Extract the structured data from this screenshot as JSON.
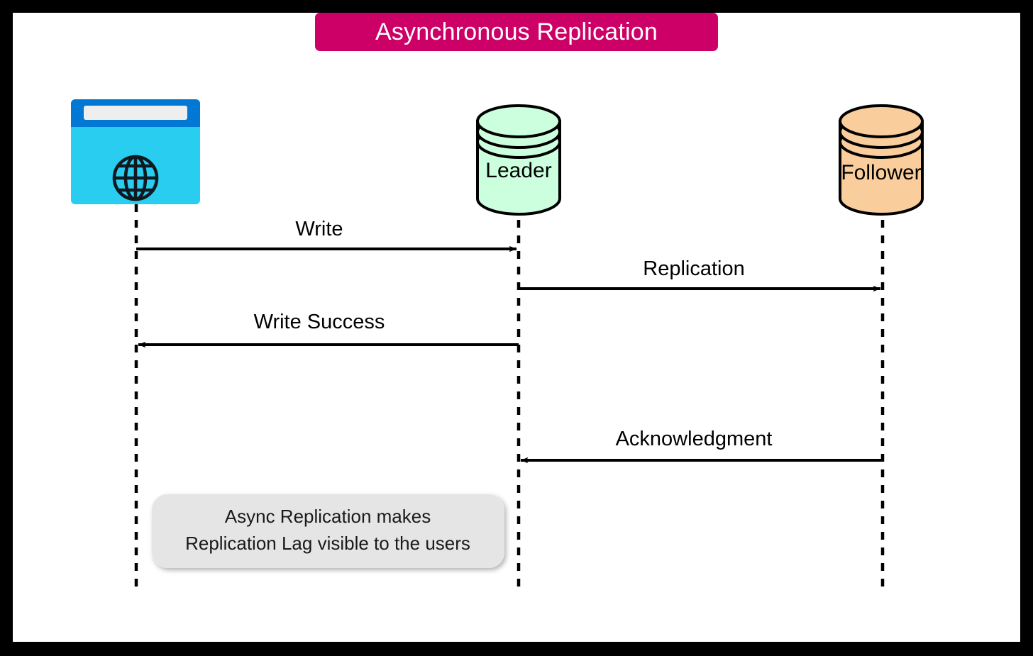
{
  "title": {
    "text": "Asynchronous Replication",
    "banner_color": "#cc0066",
    "text_color": "#ffffff"
  },
  "frame": {
    "border_color": "#000000",
    "canvas_color": "#ffffff"
  },
  "participants": [
    {
      "id": "client",
      "label": "",
      "icon": "browser-globe-icon",
      "shape": "browser-window",
      "colors": {
        "titlebar": "#0078d4",
        "body": "#29cdf0",
        "addressbar": "#eeeeee",
        "glyph": "#101820"
      }
    },
    {
      "id": "leader",
      "label": "Leader",
      "icon": "database-icon",
      "shape": "cylinder",
      "colors": {
        "fill": "#ccffdd",
        "stroke": "#000000"
      }
    },
    {
      "id": "follower",
      "label": "Follower",
      "icon": "database-icon",
      "shape": "cylinder",
      "colors": {
        "fill": "#facd9c",
        "stroke": "#000000"
      }
    }
  ],
  "messages": [
    {
      "label": "Write",
      "from": "client",
      "to": "leader",
      "direction": "right"
    },
    {
      "label": "Replication",
      "from": "leader",
      "to": "follower",
      "direction": "right"
    },
    {
      "label": "Write Success",
      "from": "leader",
      "to": "client",
      "direction": "left"
    },
    {
      "label": "Acknowledgment",
      "from": "follower",
      "to": "leader",
      "direction": "left"
    }
  ],
  "note": {
    "line1": "Async Replication makes",
    "line2": "Replication Lag visible to the users",
    "background": "#e5e5e5",
    "text_color": "#1a1a1a"
  }
}
